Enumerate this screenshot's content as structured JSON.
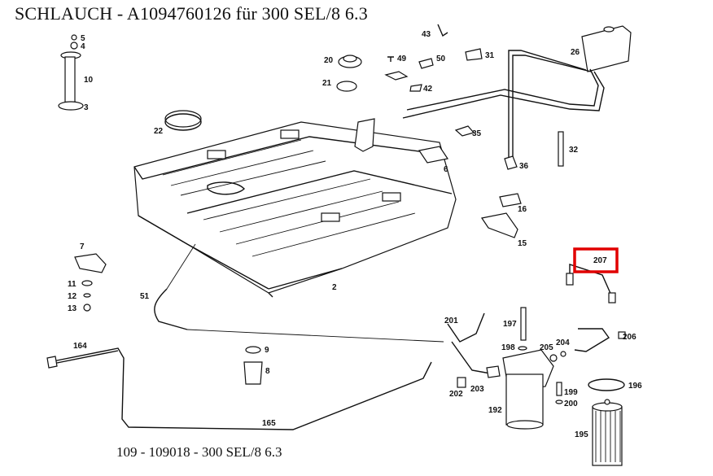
{
  "title": "SCHLAUCH  - A1094760126 für 300 SEL/8 6.3",
  "footer": "109 - 109018 - 300 SEL/8 6.3",
  "highlight_color": "#e10000",
  "part_labels": {
    "p5": "5",
    "p4": "4",
    "p10": "10",
    "p3": "3",
    "p22": "22",
    "p20": "20",
    "p21": "21",
    "p49": "49",
    "p50": "50",
    "p42": "42",
    "p43": "43",
    "p31": "31",
    "p26": "26",
    "p35": "35",
    "p32": "32",
    "p6": "6",
    "p36": "36",
    "p16": "16",
    "p15": "15",
    "p7": "7",
    "p11": "11",
    "p12": "12",
    "p13": "13",
    "p51": "51",
    "p2": "2",
    "p207": "207",
    "p197": "197",
    "p201": "201",
    "p198": "198",
    "p205": "205",
    "p204": "204",
    "p206": "206",
    "p196": "196",
    "p202": "202",
    "p203": "203",
    "p199": "199",
    "p200": "200",
    "p192": "192",
    "p195": "195",
    "p9": "9",
    "p8": "8",
    "p164": "164",
    "p165": "165"
  },
  "highlighted_part": "207"
}
